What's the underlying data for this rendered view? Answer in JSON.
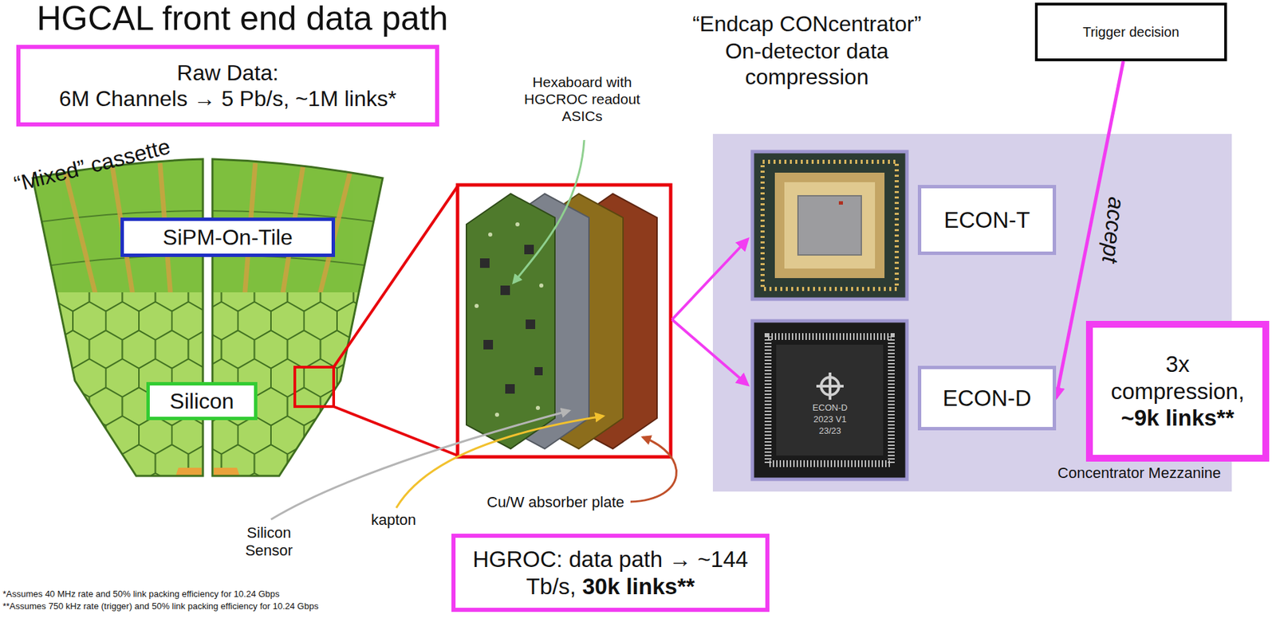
{
  "diagram": {
    "title": "HGCAL front end data path",
    "nodes": [
      {
        "text": [
          "Raw Data:",
          "6M Channels → 5 Pb/s, ~1M links*"
        ]
      },
      {
        "text": [
          "Trigger decision"
        ]
      },
      {
        "text": [
          "SiPM-On-Tile"
        ]
      },
      {
        "text": [
          "Silicon"
        ]
      },
      {
        "text": [
          "Concentrator Mezzanine"
        ]
      },
      {
        "text": [
          "ECON-T"
        ],
        "in": 4
      },
      {
        "text": [
          "ECON-D"
        ],
        "in": 4
      },
      {
        "text": [
          "3x compression,",
          "~9k links**"
        ]
      },
      {
        "text": [
          "HGROC: data path → ~144 Tb/s,",
          "30k links**"
        ]
      }
    ],
    "edges": [
      {
        "from": 1,
        "to": 6,
        "arrow": "to",
        "label": "accept"
      }
    ],
    "labels": [
      "“Mixed” cassette",
      "Hexaboard with HGCROC readout ASICs",
      "“Endcap CONcentrator”",
      "On-detector data compression",
      "Silicon Sensor",
      "kapton",
      "Cu/W absorber plate",
      "ECON-D",
      "2023 V1",
      "23/23",
      "*Assumes 40 MHz rate and 50% link packing efficiency for 10.24 Gbps",
      "**Assumes 750 kHz rate (trigger) and 50% link packing efficiency for 10.24 Gbps"
    ]
  }
}
